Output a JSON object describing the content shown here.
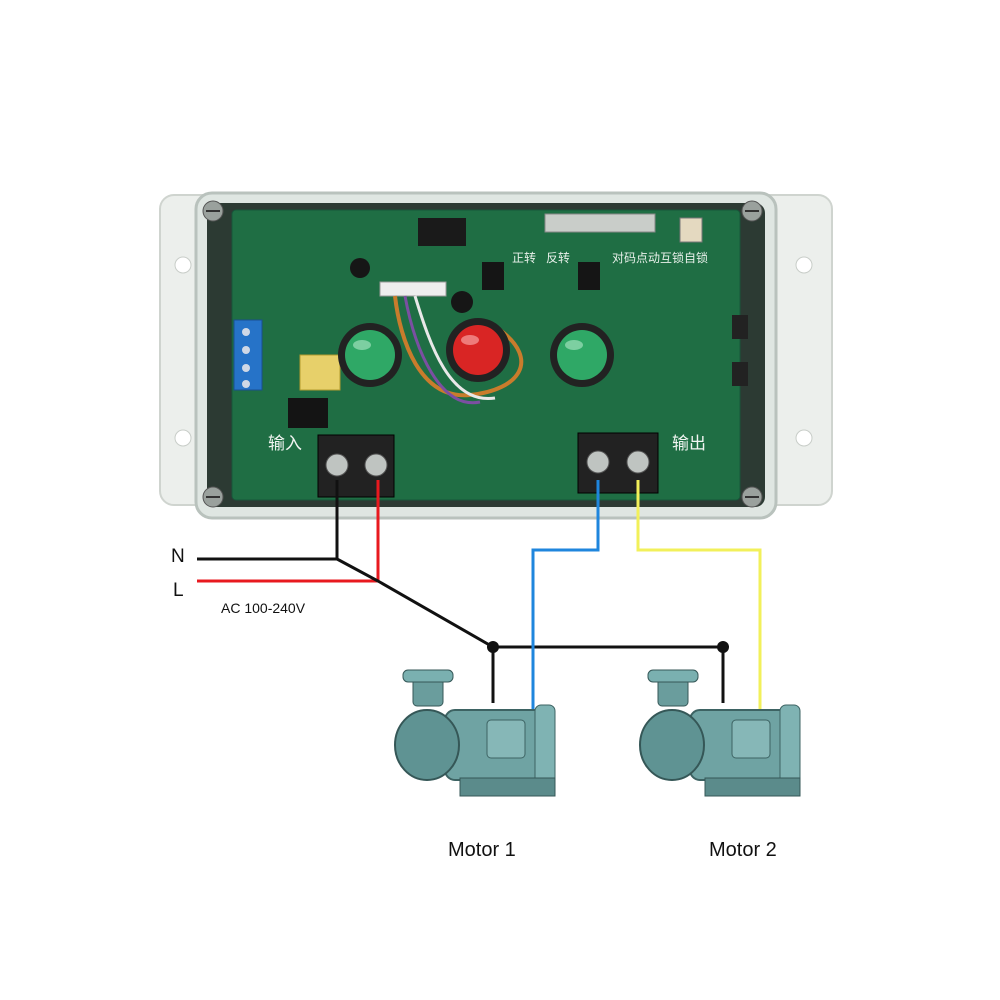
{
  "controller": {
    "input_label": "输入",
    "output_label": "输出",
    "silk_labels": [
      "正转",
      "反转",
      "对码",
      "点动",
      "互锁",
      "自锁"
    ],
    "buttons": [
      {
        "name": "left",
        "color": "#2fa866"
      },
      {
        "name": "center",
        "color": "#d92524"
      },
      {
        "name": "right",
        "color": "#2fa866"
      }
    ]
  },
  "power": {
    "neutral_label": "N",
    "line_label": "L",
    "supply_label": "AC 100-240V"
  },
  "motors": [
    {
      "label": "Motor 1"
    },
    {
      "label": "Motor 2"
    }
  ],
  "colors": {
    "neutral_wire": "#111111",
    "line_wire": "#e8191f",
    "motor1_wire": "#1f86dd",
    "motor2_wire": "#f2f05a",
    "pcb": "#1f6e44",
    "enclosure": "#e9ece9",
    "motor_body": "#6fa3a3"
  }
}
